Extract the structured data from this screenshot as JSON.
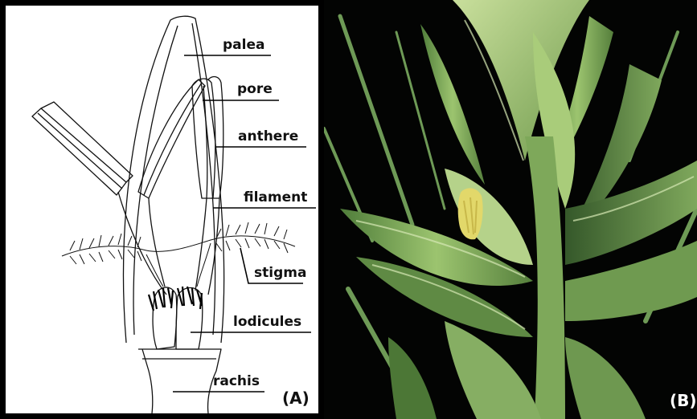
{
  "labels": {
    "palea": "palea",
    "pore": "pore",
    "anthere": "anthere",
    "filament": "filament",
    "stigma": "stigma",
    "lodicules": "lodicules",
    "rachis": "rachis"
  },
  "panel_a_label": "(A)",
  "panel_b_label": "(B)"
}
